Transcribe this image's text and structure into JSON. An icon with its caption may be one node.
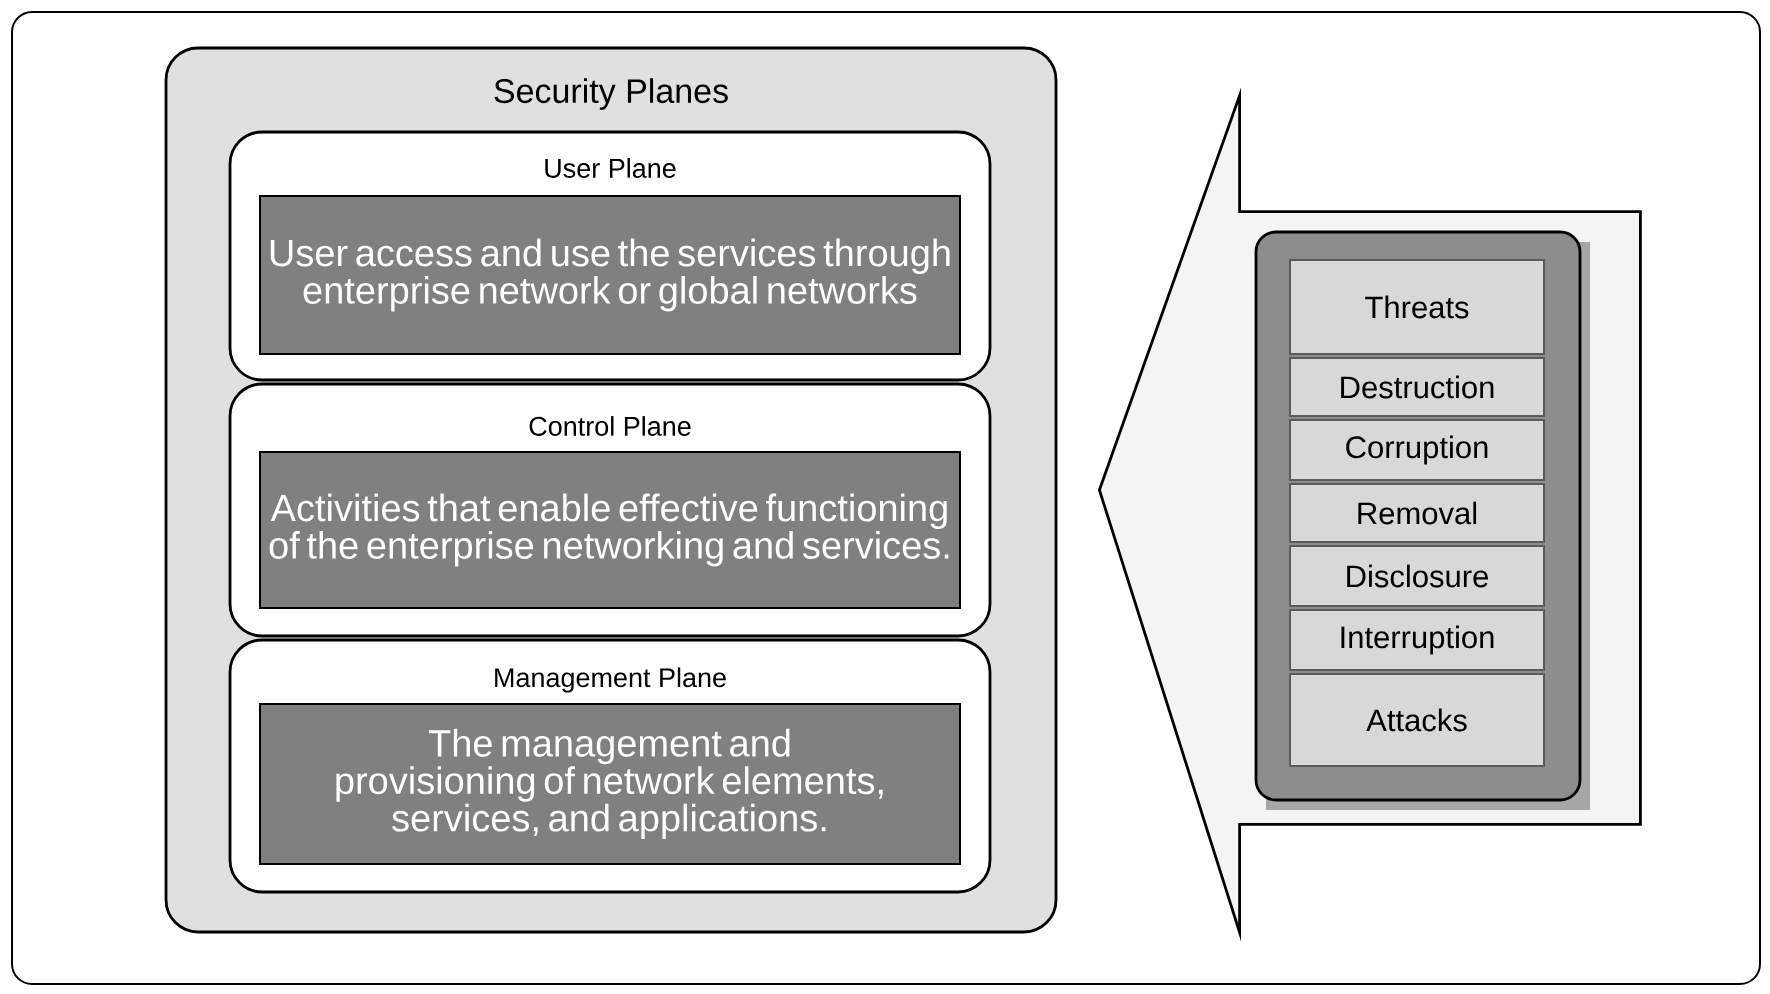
{
  "diagram": {
    "nodes": [
      {
        "text": [
          "Security Planes"
        ]
      },
      {
        "text": [
          "User Plane"
        ],
        "in": 0
      },
      {
        "text": [
          "User access and use the services through enterprise network or global networks"
        ],
        "in": 1
      },
      {
        "text": [
          "Control Plane"
        ],
        "in": 0
      },
      {
        "text": [
          "Activities that enable effective functioning of the enterprise networking and services."
        ],
        "in": 3
      },
      {
        "text": [
          "Management Plane"
        ],
        "in": 0
      },
      {
        "text": [
          "The management and provisioning of network elements, services, and applications."
        ],
        "in": 5
      },
      {
        "text": [],
        "shape": "box"
      },
      {
        "text": [
          "Threats"
        ],
        "in": 7
      },
      {
        "text": [
          "Destruction"
        ],
        "in": 7
      },
      {
        "text": [
          "Corruption"
        ],
        "in": 7
      },
      {
        "text": [
          "Removal"
        ],
        "in": 7
      },
      {
        "text": [
          "Disclosure"
        ],
        "in": 7
      },
      {
        "text": [
          "Interruption"
        ],
        "in": 7
      },
      {
        "text": [
          "Attacks"
        ],
        "in": 7
      }
    ],
    "edges": [
      {
        "from": 7,
        "to": 0,
        "arrow": "to"
      }
    ]
  }
}
